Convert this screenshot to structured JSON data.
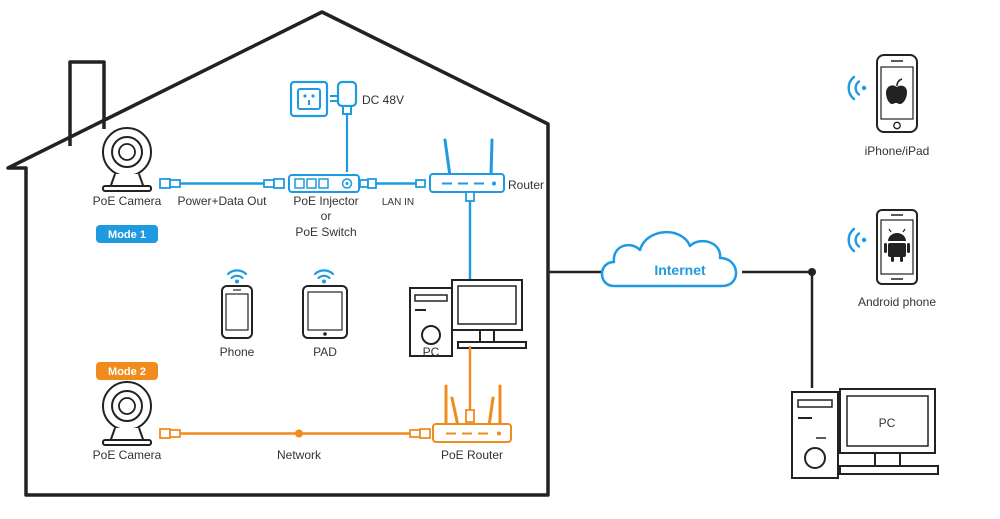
{
  "colors": {
    "blue": "#1e9be0",
    "orange": "#f08c1e",
    "outline": "#222222",
    "text": "#333333"
  },
  "labels": {
    "dc": "DC 48V",
    "poe_camera_1": "PoE Camera",
    "power_data_out": "Power+Data Out",
    "injector_line1": "PoE Injector",
    "injector_line2": "or",
    "injector_line3": "PoE Switch",
    "lan_in": "LAN IN",
    "router": "Router",
    "mode1": "Mode 1",
    "phone": "Phone",
    "pad": "PAD",
    "pc_inside": "PC",
    "mode2": "Mode 2",
    "poe_camera_2": "PoE Camera",
    "network": "Network",
    "poe_router": "PoE Router",
    "internet": "Internet",
    "iphone": "iPhone/iPad",
    "android": "Android phone",
    "pc_outside": "PC"
  },
  "icons": {
    "outlet": "power-outlet-icon",
    "adapter": "power-adapter-icon",
    "camera": "ip-camera-icon",
    "injector": "poe-injector-icon",
    "router": "wifi-router-icon",
    "phone": "smartphone-icon",
    "tablet": "tablet-icon",
    "desktop": "desktop-pc-icon",
    "cloud": "cloud-icon",
    "wifi": "wifi-icon",
    "apple": "apple-logo-icon",
    "android": "android-logo-icon"
  }
}
